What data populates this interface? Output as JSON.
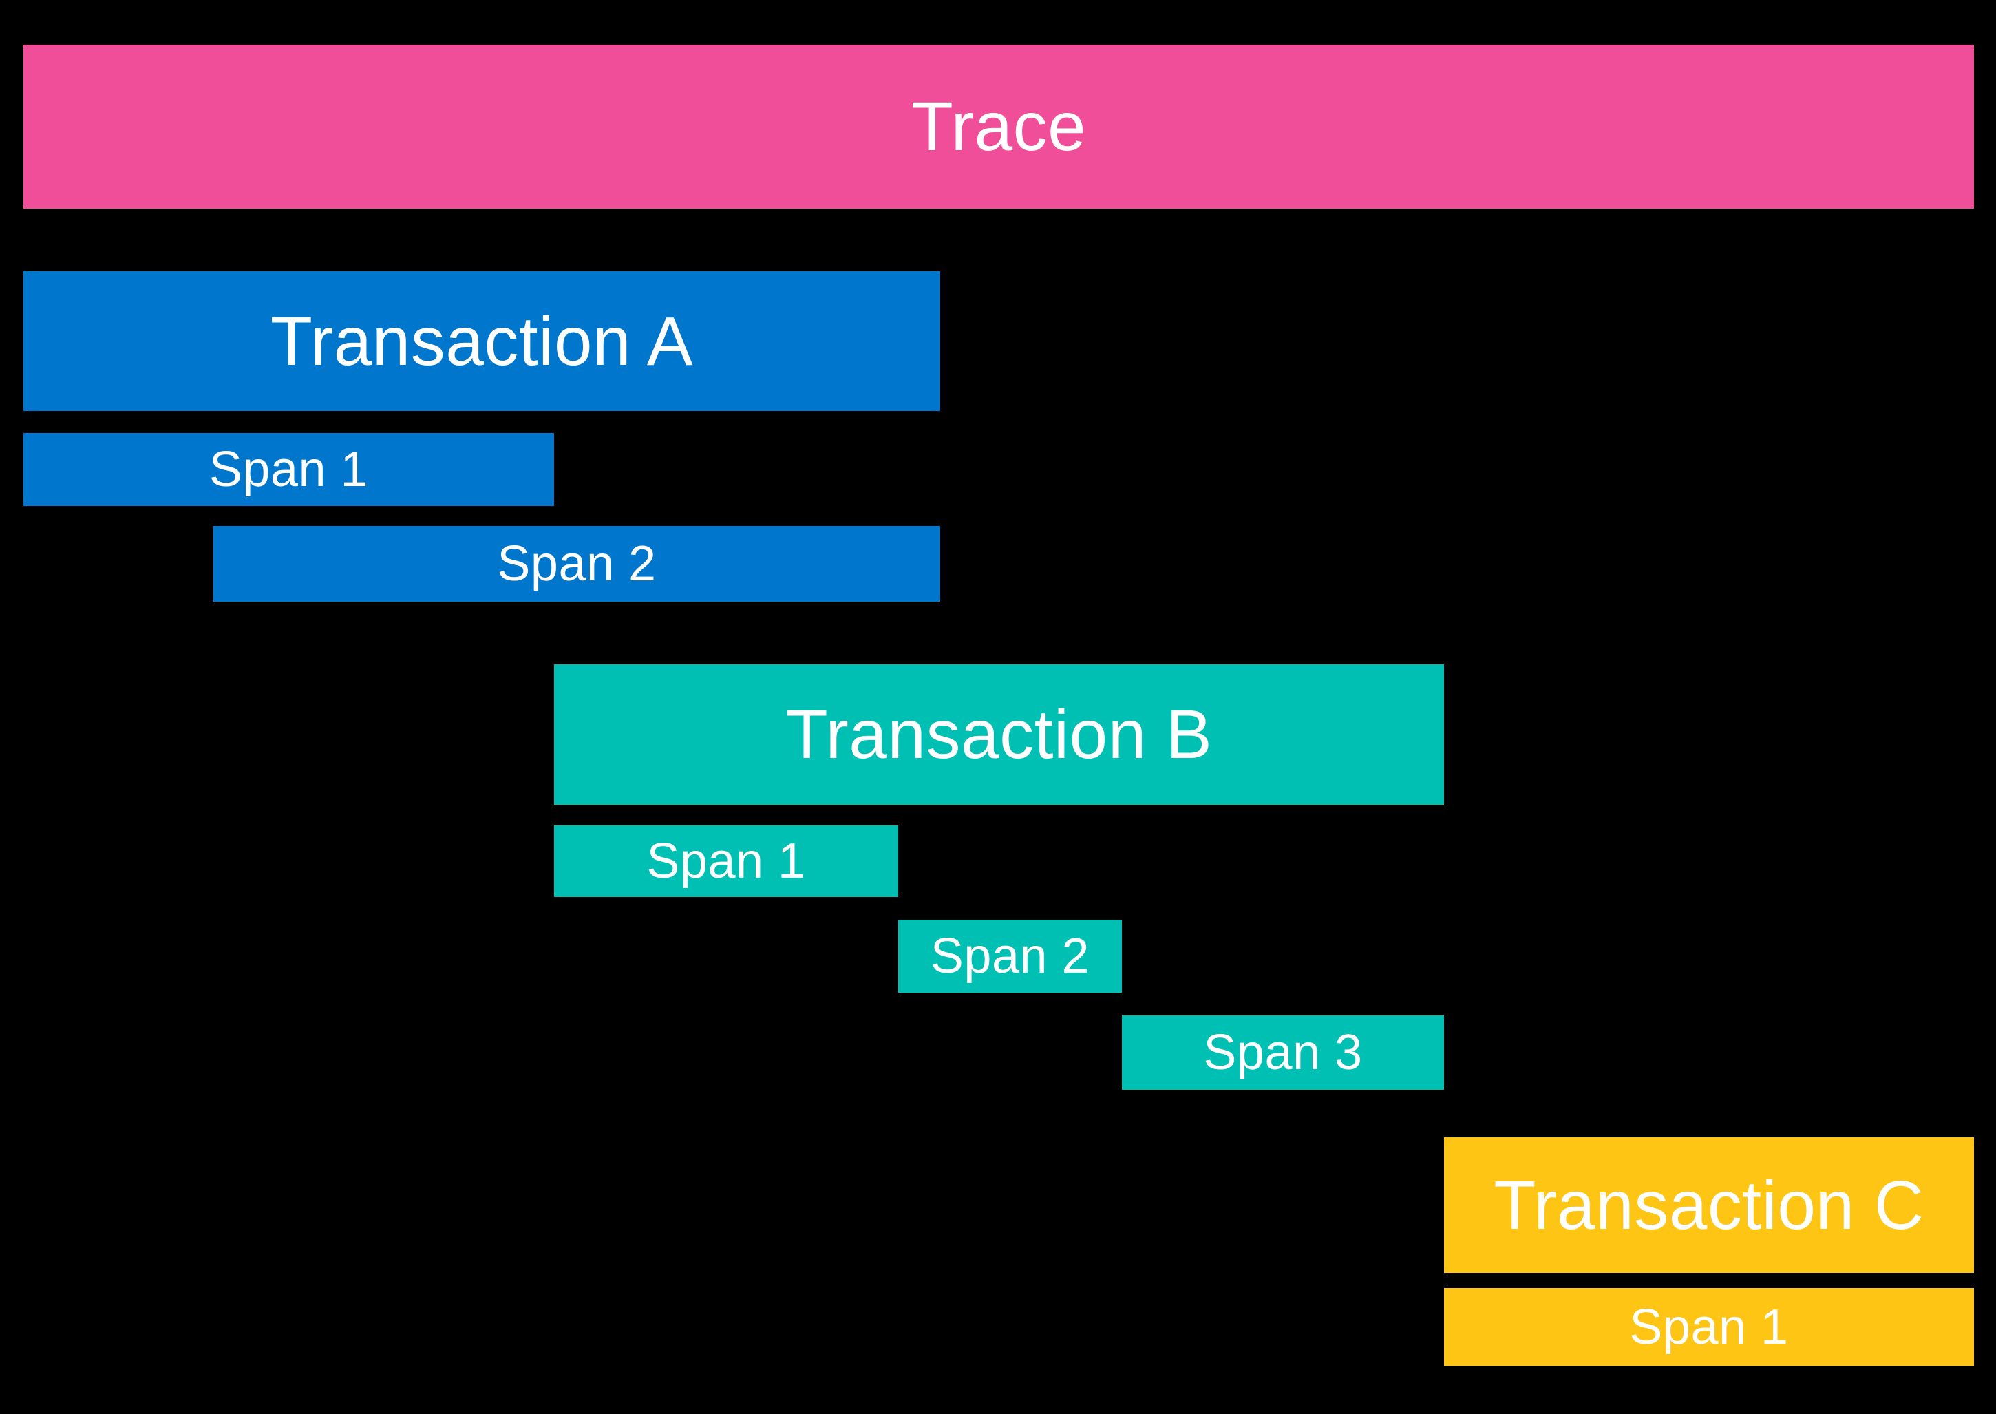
{
  "colors": {
    "background": "#000000",
    "label_text": "#FFFFFF",
    "trace": "#F04E98",
    "transaction_a": "#0077CC",
    "transaction_b": "#00BFB3",
    "transaction_c": "#FEC514"
  },
  "diagram": {
    "trace": {
      "label": "Trace"
    },
    "transaction_a": {
      "label": "Transaction A",
      "spans": {
        "span_1": {
          "label": "Span 1"
        },
        "span_2": {
          "label": "Span 2"
        }
      }
    },
    "transaction_b": {
      "label": "Transaction B",
      "spans": {
        "span_1": {
          "label": "Span 1"
        },
        "span_2": {
          "label": "Span 2"
        },
        "span_3": {
          "label": "Span 3"
        }
      }
    },
    "transaction_c": {
      "label": "Transaction C",
      "spans": {
        "span_1": {
          "label": "Span 1"
        }
      }
    }
  }
}
